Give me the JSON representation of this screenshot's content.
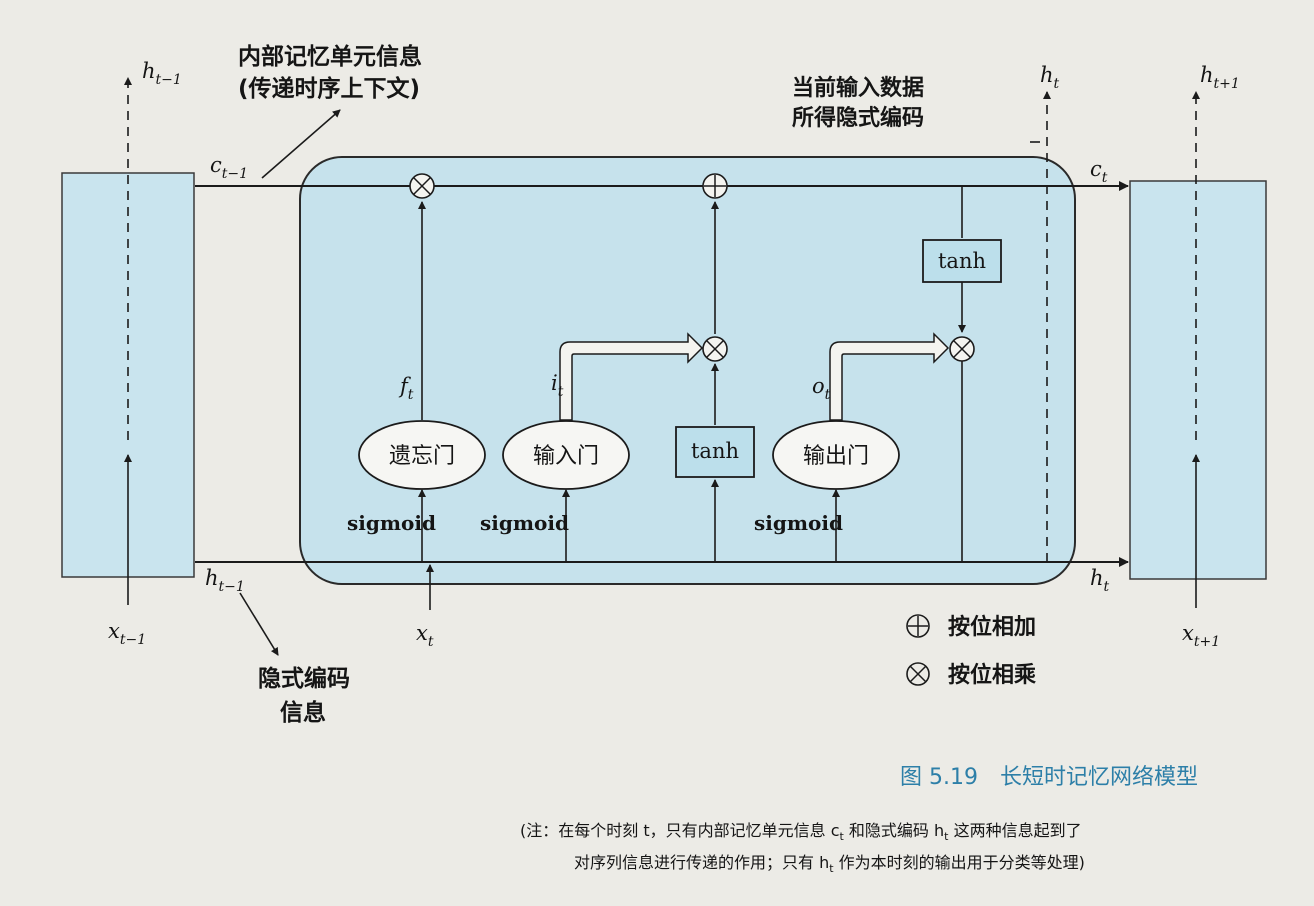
{
  "labels": {
    "cell_info_line1": "内部记忆单元信息",
    "cell_info_line2": "(传递时序上下文)",
    "current_input_line1": "当前输入数据",
    "current_input_line2": "所得隐式编码",
    "hidden_info_line1": "隐式编码",
    "hidden_info_line2": "信息",
    "h_prev_top": "h",
    "h_prev_top_sub": "t−1",
    "h_t_top": "h",
    "h_t_top_sub": "t",
    "h_next_top": "h",
    "h_next_top_sub": "t+1",
    "c_prev": "c",
    "c_prev_sub": "t−1",
    "c_t": "c",
    "c_t_sub": "t",
    "h_prev_bottom": "h",
    "h_prev_bottom_sub": "t−1",
    "h_t_bottom": "h",
    "h_t_bottom_sub": "t",
    "x_prev": "x",
    "x_prev_sub": "t−1",
    "x_t": "x",
    "x_t_sub": "t",
    "x_next": "x",
    "x_next_sub": "t+1",
    "f_t": "f",
    "f_t_sub": "t",
    "i_t": "i",
    "i_t_sub": "t",
    "o_t": "o",
    "o_t_sub": "t"
  },
  "gates": {
    "forget": "遗忘门",
    "input": "输入门",
    "output": "输出门",
    "tanh_mid": "tanh",
    "tanh_top": "tanh",
    "sigmoid_1": "sigmoid",
    "sigmoid_2": "sigmoid",
    "sigmoid_3": "sigmoid"
  },
  "legend": {
    "add_label": "按位相加",
    "mul_label": "按位相乘"
  },
  "caption": {
    "figure": "图 5.19　长短时记忆网络模型",
    "note_line1": "(注：在每个时刻 t，只有内部记忆单元信息 c",
    "note_line1_sub": "t",
    "note_line1_tail": " 和隐式编码 h",
    "note_line1_sub2": "t",
    "note_line1_end": " 这两种信息起到了",
    "note_line2": "对序列信息进行传递的作用；只有 h",
    "note_line2_sub": "t",
    "note_line2_end": " 作为本时刻的输出用于分类等处理)"
  },
  "colors": {
    "cell_fill": "#c6e2ec",
    "cell_stroke": "#2a2a2a",
    "side_fill": "#c9e4ee",
    "caption": "#2d7fa8"
  }
}
